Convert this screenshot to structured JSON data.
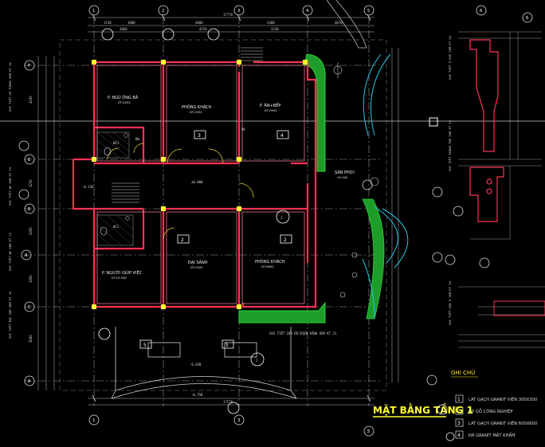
{
  "drawing": {
    "title": "MẶT BẰNG TẦNG 1",
    "title_number": "1",
    "overall_dimension_top": "17770",
    "overall_dimension_bottom": "17570"
  },
  "rooms": [
    {
      "name": "P. NGỦ ÔNG BÀ",
      "sub": "DT:22M2"
    },
    {
      "name": "PHÒNG KHÁCH",
      "sub": "DT:27M2"
    },
    {
      "name": "P. ĂN+BẾP",
      "sub": "DT:25M2"
    },
    {
      "name": "P. NGƯỜI GIÚP VIỆC",
      "sub": "DT:15.5M2"
    },
    {
      "name": "ĐẠI SẢNH",
      "sub": "DT:15M2"
    },
    {
      "name": "PHÒNG KHÁCH",
      "sub": "DT:50M2"
    },
    {
      "name": "SÂN PHƠI",
      "sub": "±0.000"
    }
  ],
  "labels": {
    "wc1": "WC1",
    "wc2": "WC2",
    "dw": "DW",
    "vk": "VK",
    "elev_pos": "±0.000",
    "elev_neg": "-0.450",
    "elev_neg2": "-0.150",
    "elev_step": "-0.750",
    "stair_label": "CHI TIẾT CỬA ĐỔ ĐIỆN HÌNH XEM KT 21"
  },
  "side_notes": {
    "left_top": "CHI TIẾT GÒ TƯỜNG XEM KT 14",
    "left_mid1": "CHI TIẾT WC XEM KT 13",
    "left_mid2": "CHI TIẾT WC XEM KT 12",
    "left_bottom": "CHI TIẾT BẬC CẦU XEM KT 19",
    "right_1": "CHI TIẾT Ô CHỜ XEM KT 24",
    "right_2": "CHI TIẾT PHÒNG THỜ XEM KT 19",
    "right_3": "CHI TIẾT CỬA Ô XEM KT 24"
  },
  "axes_top": [
    "1",
    "2",
    "3",
    "4",
    "5",
    "6"
  ],
  "axes_left": [
    "F",
    "E",
    "D",
    "C",
    "B",
    "A"
  ],
  "legend": {
    "heading": "GHI CHÚ",
    "items": [
      {
        "num": "1",
        "text": "LÁT GẠCH GRANIT VIÊN 300X300"
      },
      {
        "num": "2",
        "text": "ỐP GỖ CÔNG NGHIỆP"
      },
      {
        "num": "3",
        "text": "LÁT GẠCH GRANIT VIÊN 600X600"
      },
      {
        "num": "4",
        "text": "ĐÁ GRANIT MẶT KHẨM"
      }
    ]
  },
  "colors": {
    "background": "#000000",
    "wall": "#ff3355",
    "column": "#ffff33",
    "grid": "#cfcfcf",
    "green": "#2fd43a",
    "dim": "#d0d0d0",
    "title": "#ffff33",
    "cyan": "#22c8e6"
  }
}
